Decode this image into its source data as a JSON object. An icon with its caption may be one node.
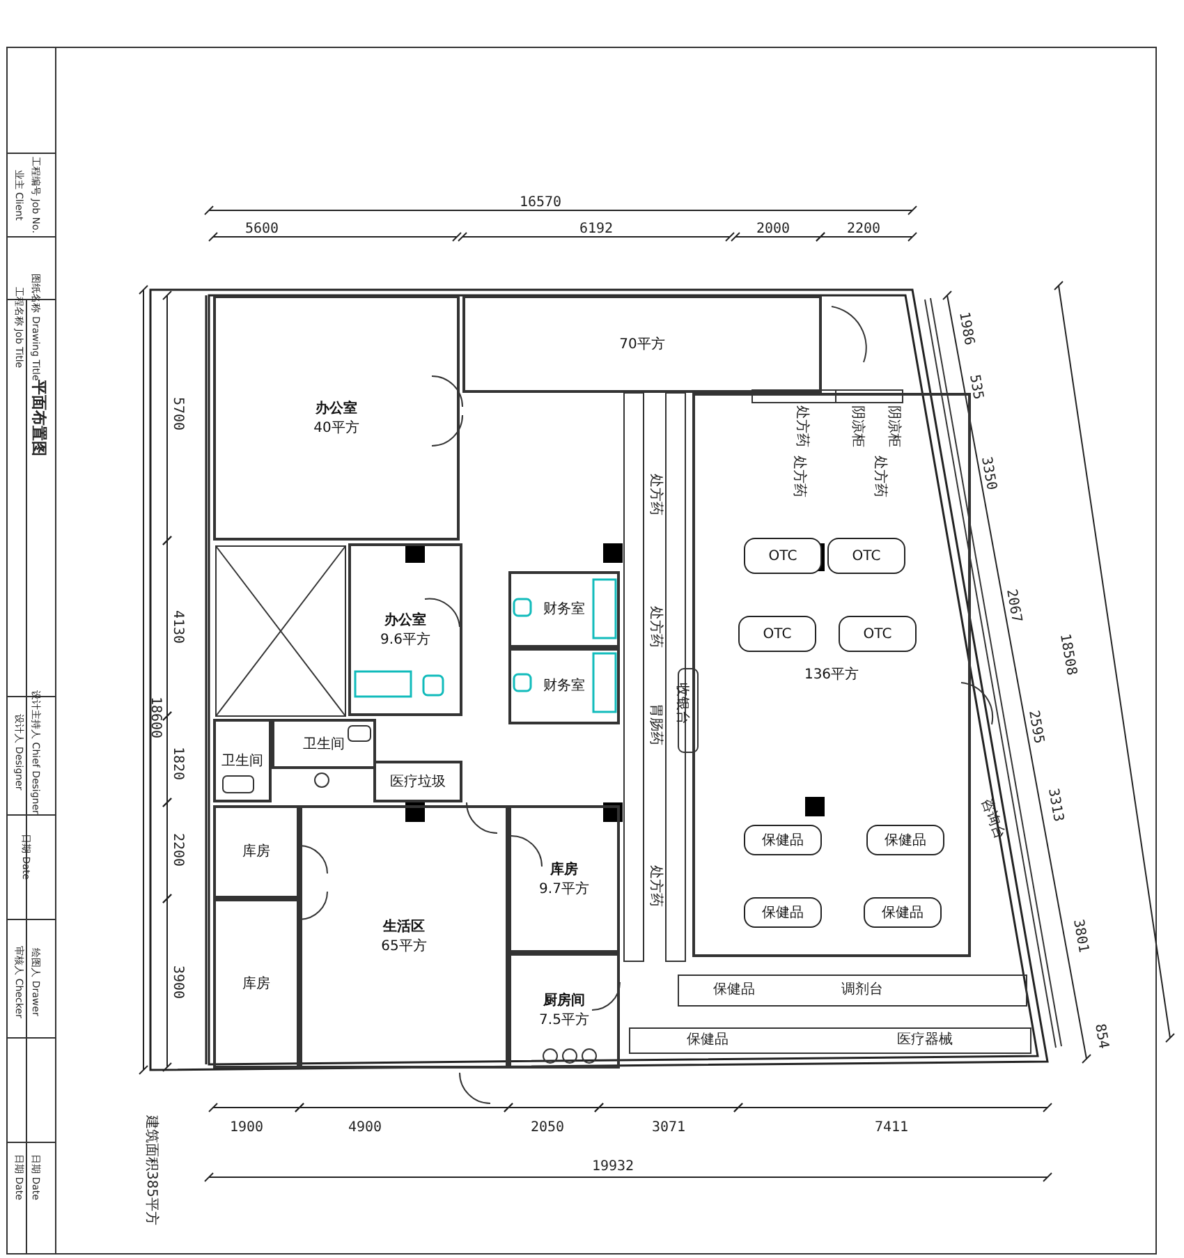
{
  "diagram": {
    "nodes": [
      {
        "text": [
          "办公室",
          "40平方"
        ]
      },
      {
        "text": [
          "70平方"
        ]
      },
      {
        "text": [
          "办公室",
          "9.6平方"
        ]
      },
      {
        "text": [
          "财务室"
        ]
      },
      {
        "text": [
          "财务室"
        ]
      },
      {
        "text": [
          "卫生间"
        ]
      },
      {
        "text": [
          "卫生间"
        ]
      },
      {
        "text": [
          "医疗垃圾"
        ]
      },
      {
        "text": [
          "库房"
        ]
      },
      {
        "text": [
          "库房"
        ]
      },
      {
        "text": [
          "生活区",
          "65平方"
        ]
      },
      {
        "text": [
          "库房",
          "9.7平方"
        ]
      },
      {
        "text": [
          "厨房间",
          "7.5平方"
        ]
      },
      {
        "text": [
          "136平方"
        ]
      },
      {
        "text": [
          "OTC"
        ],
        "in": 13
      },
      {
        "text": [
          "OTC"
        ],
        "in": 13
      },
      {
        "text": [
          "OTC"
        ],
        "in": 13
      },
      {
        "text": [
          "OTC"
        ],
        "in": 13
      },
      {
        "text": [
          "保健品"
        ],
        "in": 13
      },
      {
        "text": [
          "保健品"
        ],
        "in": 13
      },
      {
        "text": [
          "保健品"
        ],
        "in": 13
      },
      {
        "text": [
          "保健品"
        ],
        "in": 13
      }
    ],
    "labels": [
      "业主 Client",
      "工程编号 Job No.",
      "工程名称 Job Title",
      "图纸名称 Drawing Title",
      "平面布置图",
      "设计人 Designer",
      "设计主持人 Chief Designer",
      "日期 Date",
      "审核人 Checker",
      "绘图人 Drawer",
      "日期 Date",
      "日期 Date",
      "16570",
      "5600",
      "6192",
      "2000",
      "2200",
      "5700",
      "4130",
      "18600",
      "1820",
      "2200",
      "3900",
      "1986",
      "535",
      "3350",
      "2067",
      "18508",
      "2595",
      "3313",
      "3801",
      "854",
      "处方药",
      "阴凉柜",
      "阴凉柜",
      "处方药",
      "处方药",
      "处方药",
      "处方药",
      "胃肠药",
      "收银台",
      "处方药",
      "咨询台",
      "保健品",
      "调剂台",
      "保健品",
      "医疗器械",
      "1900",
      "4900",
      "2050",
      "3071",
      "7411",
      "19932",
      "建筑面积385平方"
    ]
  }
}
